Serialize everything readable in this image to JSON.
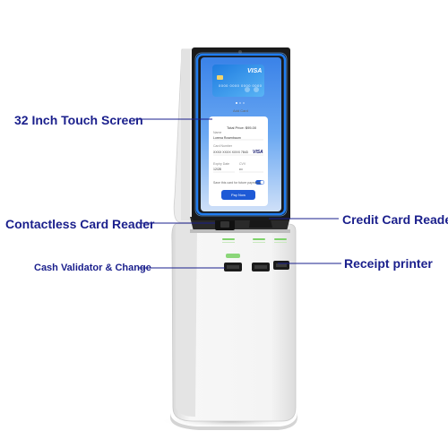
{
  "callouts": {
    "touch_screen": "32 Inch Touch Screen",
    "contactless_reader": "Contactless Card Reader",
    "credit_card_reader": "Credit Card Reader",
    "cash_validator": "Cash Validator & Change",
    "receipt_printer": "Receipt printer"
  },
  "screen": {
    "card_brand": "VISA",
    "card_number": "0000 0000 0000 0000",
    "add_card": "Add Card",
    "total_price": "Total Price: $95.00",
    "name_label": "Name",
    "name_value": "Lorena Rosenbaum",
    "card_number_label": "Card Number",
    "card_number_value": "XXXX XXXX XXXX 7843",
    "visa_small": "VISA",
    "expiry_label": "Expiry Date",
    "expiry_value": "12/28",
    "cvv_label": "CVV",
    "cvv_value": "•••",
    "save_card": "Save this card for future payments",
    "pay_button": "Pay Now"
  },
  "colors": {
    "callout_text": "#1a1f8c",
    "callout_line": "#1a1f8c",
    "neon_frame": "#1f7cf0",
    "screen_bg": "#2e7be0",
    "pay_button": "#1e5ad6",
    "kiosk_body": "#eeeeee",
    "slot_green": "#7fd36b"
  },
  "icons": [
    "camera-icon",
    "card-chip-icon",
    "toggle-icon",
    "page-dots-icon"
  ]
}
